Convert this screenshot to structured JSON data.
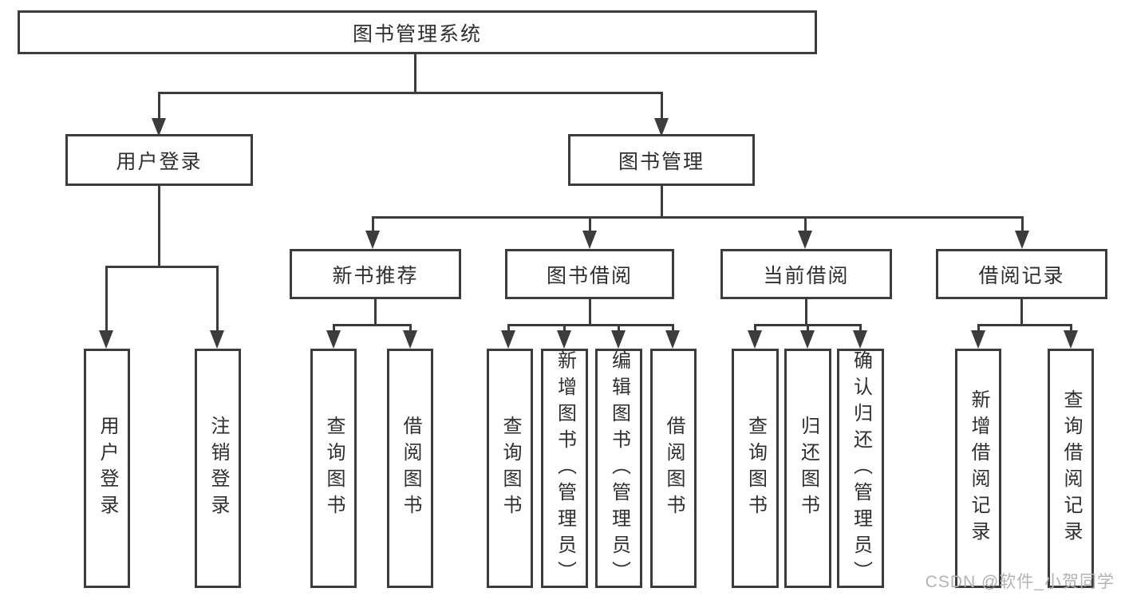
{
  "diagram": {
    "root": {
      "label": "图书管理系统"
    },
    "branches": [
      {
        "label": "用户登录",
        "children": [
          {
            "label": "用户登录"
          },
          {
            "label": "注销登录"
          }
        ]
      },
      {
        "label": "图书管理",
        "children": [
          {
            "label": "新书推荐",
            "children": [
              {
                "label": "查询图书"
              },
              {
                "label": "借阅图书"
              }
            ]
          },
          {
            "label": "图书借阅",
            "children": [
              {
                "label": "查询图书"
              },
              {
                "label": "新增图书（管理员）"
              },
              {
                "label": "编辑图书（管理员）"
              },
              {
                "label": "借阅图书"
              }
            ]
          },
          {
            "label": "当前借阅",
            "children": [
              {
                "label": "查询图书"
              },
              {
                "label": "归还图书"
              },
              {
                "label": "确认归还（管理员）"
              }
            ]
          },
          {
            "label": "借阅记录",
            "children": [
              {
                "label": "新增借阅记录"
              },
              {
                "label": "查询借阅记录"
              }
            ]
          }
        ]
      }
    ]
  },
  "watermark": {
    "text": "CSDN @软件_小贺同学"
  },
  "colors": {
    "line": "#3c3c3c",
    "text": "#2f2f2f",
    "box_fill": "#ffffff",
    "background": "#ffffff",
    "watermark": "#b3b3b3"
  }
}
